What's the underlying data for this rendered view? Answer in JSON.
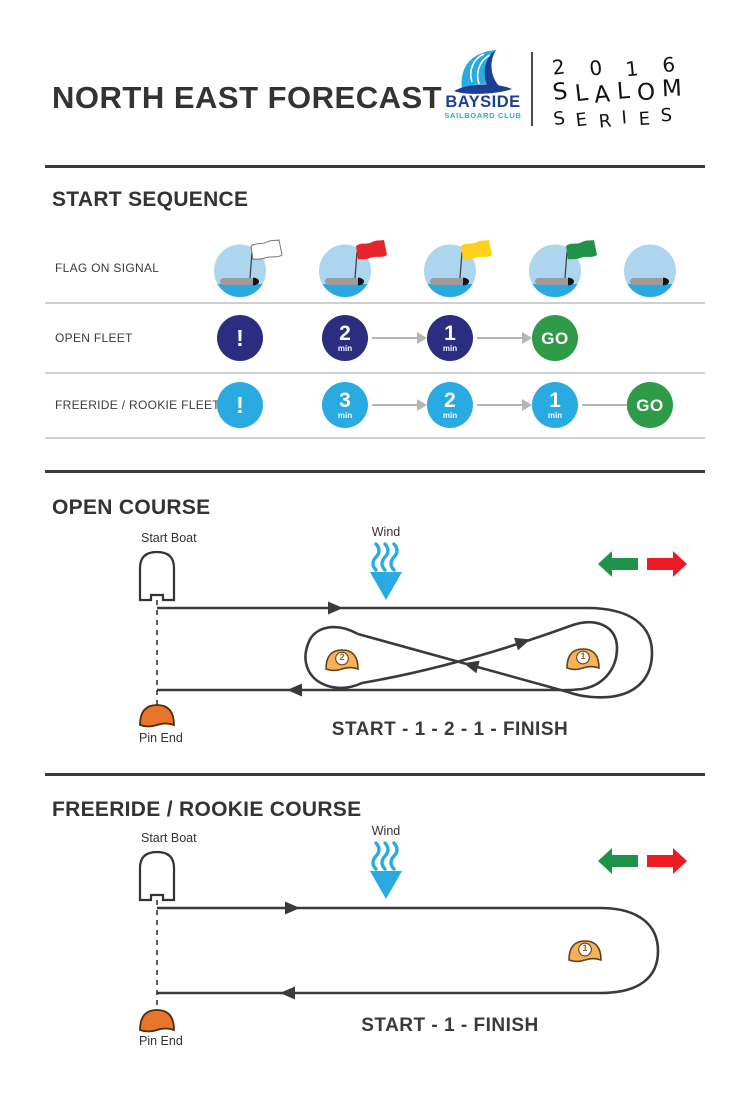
{
  "header": {
    "title": "NORTH EAST FORECAST",
    "logo": {
      "name": "BAYSIDE",
      "subtitle": "SAILBOARD CLUB"
    },
    "handwritten": {
      "line1": "2016",
      "line2": "SLALOM",
      "line3": "SERIES"
    }
  },
  "colors": {
    "text_dark": "#3a3a3a",
    "navy_badge": "#2b2e80",
    "cyan_badge": "#29abe2",
    "go_green": "#2f9a48",
    "flag_white": "#ffffff",
    "flag_red": "#e5252a",
    "flag_yellow": "#ffd019",
    "flag_green": "#1f9148",
    "boat_circle_blue": "#aed5ee",
    "water_blue": "#2aa9e1",
    "mark_orange": "#f8b159",
    "pin_orange": "#e9742c",
    "wind_cyan": "#29abe2",
    "dir_green": "#1e9347",
    "dir_red": "#ec1c24"
  },
  "start_sequence": {
    "heading": "START SEQUENCE",
    "flag_row": {
      "label": "FLAG ON SIGNAL",
      "flags": [
        {
          "name": "white-flag",
          "hex": "#ffffff"
        },
        {
          "name": "red-flag",
          "hex": "#e5252a"
        },
        {
          "name": "yellow-flag",
          "hex": "#ffd019"
        },
        {
          "name": "green-flag",
          "hex": "#1f9148"
        },
        {
          "name": "no-flag",
          "hex": ""
        }
      ]
    },
    "open_row": {
      "label": "OPEN FLEET",
      "badges": [
        {
          "text": "!"
        },
        {
          "text": "2",
          "sub": "min"
        },
        {
          "text": "1",
          "sub": "min"
        },
        {
          "text": "GO"
        }
      ]
    },
    "freeride_row": {
      "label": "FREERIDE / ROOKIE FLEET",
      "badges": [
        {
          "text": "!"
        },
        {
          "text": "3",
          "sub": "min"
        },
        {
          "text": "2",
          "sub": "min"
        },
        {
          "text": "1",
          "sub": "min"
        },
        {
          "text": "GO"
        }
      ]
    }
  },
  "open_course": {
    "heading": "OPEN COURSE",
    "start_boat_label": "Start Boat",
    "wind_label": "Wind",
    "pin_label": "Pin End",
    "marks": [
      {
        "number": "2"
      },
      {
        "number": "1"
      }
    ],
    "caption": "START - 1 - 2 - 1 - FINISH"
  },
  "freeride_course": {
    "heading": "FREERIDE / ROOKIE COURSE",
    "start_boat_label": "Start Boat",
    "wind_label": "Wind",
    "pin_label": "Pin End",
    "marks": [
      {
        "number": "1"
      }
    ],
    "caption": "START - 1 - FINISH"
  }
}
